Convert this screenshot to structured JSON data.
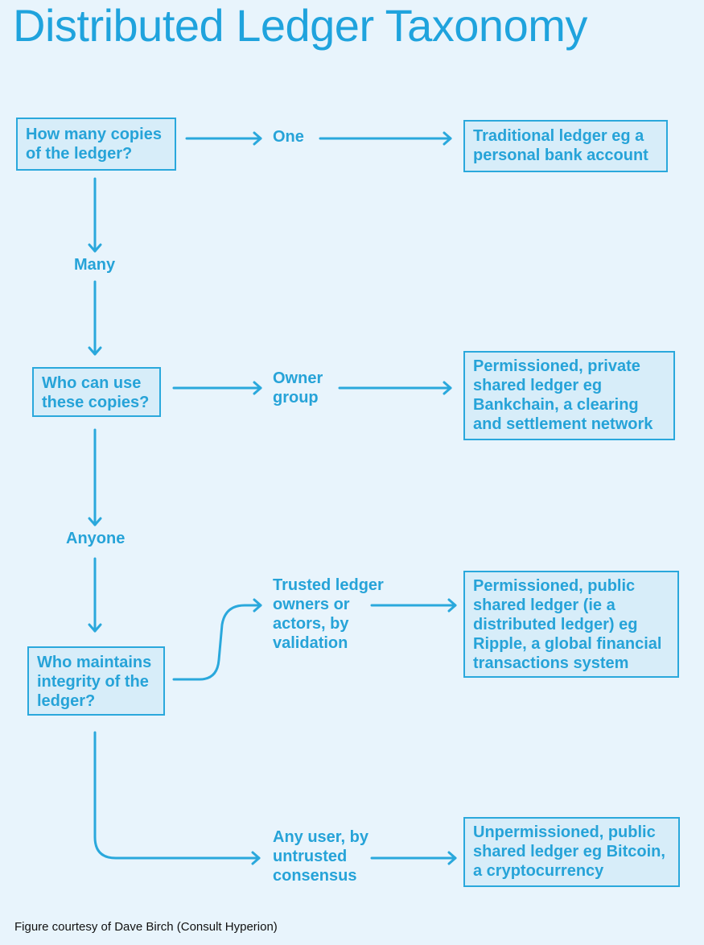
{
  "title": "Distributed Ledger Taxonomy",
  "questions": [
    {
      "lines": [
        "How many copies",
        "of the ledger?"
      ]
    },
    {
      "lines": [
        "Who can use",
        "these copies?"
      ]
    },
    {
      "lines": [
        "Who maintains",
        "integrity of the",
        "ledger?"
      ]
    }
  ],
  "answers_down": [
    "Many",
    "Anyone"
  ],
  "answers_right": [
    {
      "lines": [
        "One"
      ]
    },
    {
      "lines": [
        "Owner",
        "group"
      ]
    },
    {
      "lines": [
        "Trusted ledger",
        "owners or",
        "actors, by",
        "validation"
      ]
    },
    {
      "lines": [
        "Any user, by",
        "untrusted",
        "consensus"
      ]
    }
  ],
  "outcomes": [
    {
      "lines": [
        "Traditional ledger eg a",
        "personal bank account"
      ]
    },
    {
      "lines": [
        "Permissioned, private",
        "shared ledger eg",
        "Bankchain, a clearing",
        "and settlement network"
      ]
    },
    {
      "lines": [
        "Permissioned, public",
        "shared ledger (ie a",
        "distributed ledger) eg",
        "Ripple, a global financial",
        "transactions system"
      ]
    },
    {
      "lines": [
        "Unpermissioned, public",
        "shared ledger eg Bitcoin,",
        "a cryptocurrency"
      ]
    }
  ],
  "footer": "Figure courtesy of Dave Birch (Consult Hyperion)",
  "colors": {
    "accent": "#2aa8dc",
    "box_fill": "#d7edf9",
    "background": "#e8f4fc"
  }
}
